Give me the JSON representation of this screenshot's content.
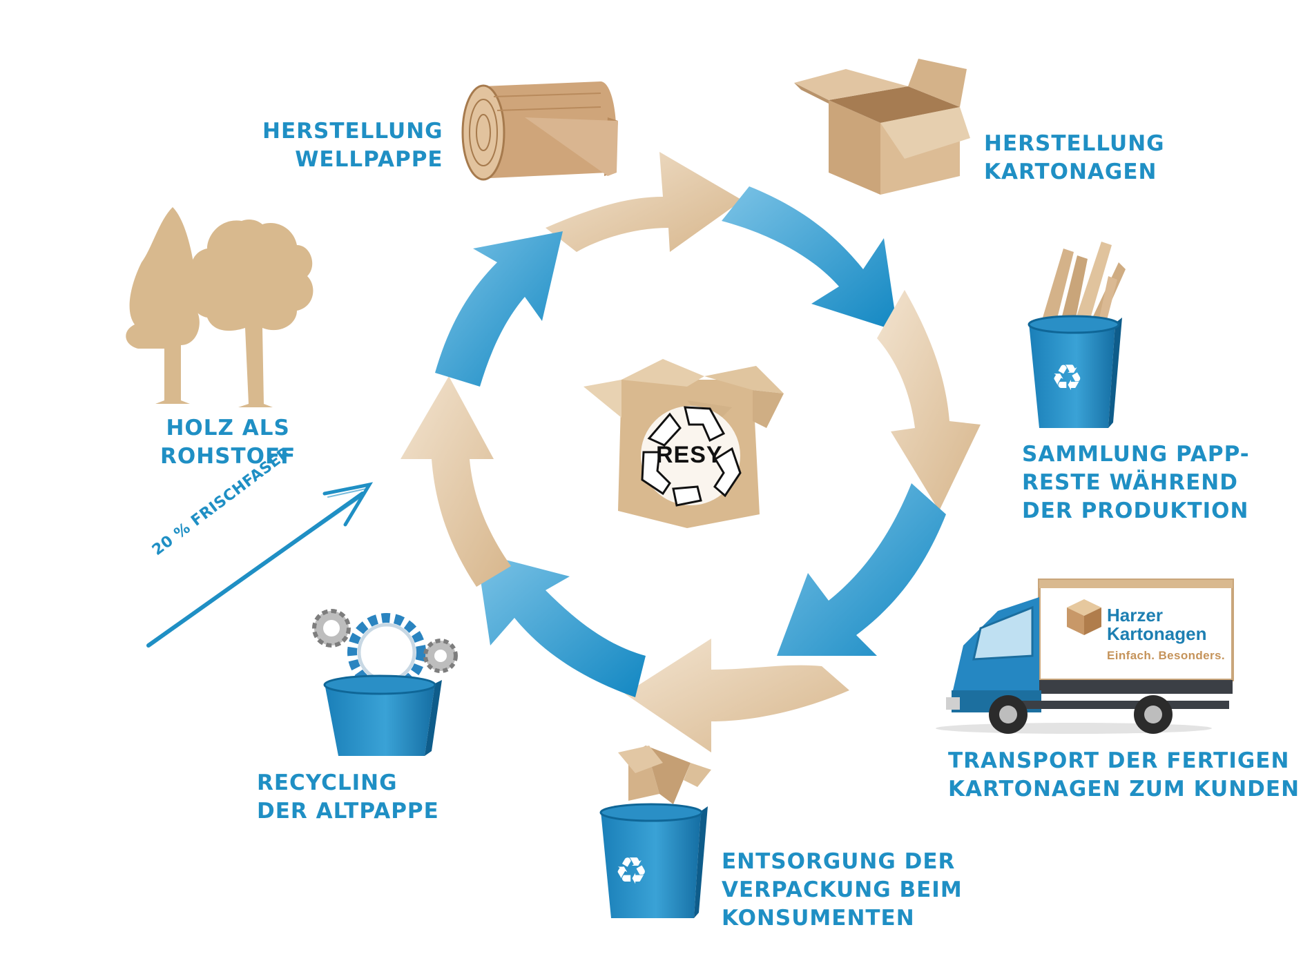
{
  "steps": {
    "wellpappe": {
      "line1": "HERSTELLUNG",
      "line2": "WELLPAPPE"
    },
    "kartonagen": {
      "line1": "HERSTELLUNG",
      "line2": "KARTONAGEN"
    },
    "sammlung": {
      "line1": "SAMMLUNG PAPP-",
      "line2": "RESTE WÄHREND",
      "line3": "DER PRODUKTION"
    },
    "transport": {
      "line1": "TRANSPORT DER FERTIGEN",
      "line2": "KARTONAGEN ZUM KUNDEN"
    },
    "entsorgung": {
      "line1": "ENTSORGUNG DER",
      "line2": "VERPACKUNG BEIM",
      "line3": "KONSUMENTEN"
    },
    "recycling": {
      "line1": "RECYCLING",
      "line2": "DER ALTPAPPE"
    },
    "holz": {
      "line1": "HOLZ ALS",
      "line2": "ROHSTOFF"
    }
  },
  "fresh_fiber": "20 % FRISCHFASER",
  "center_logo": "RESY",
  "truck": {
    "name_line1": "Harzer",
    "name_line2": "Kartonagen",
    "slogan": "Einfach. Besonders."
  },
  "colors": {
    "blue": "#1f8fc4",
    "cardboard": "#d9b98f",
    "tree": "#d8b98e"
  }
}
